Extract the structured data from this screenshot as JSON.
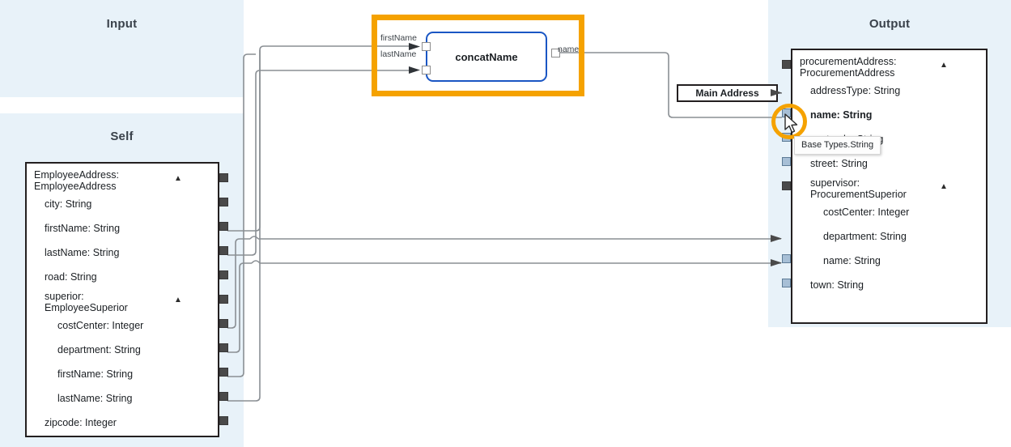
{
  "lanes": {
    "input": {
      "title": "Input"
    },
    "self": {
      "title": "Self"
    },
    "output": {
      "title": "Output"
    }
  },
  "self_schema": {
    "rows": [
      {
        "label": "EmployeeAddress:\nEmployeeAddress",
        "level": 0,
        "chevron": "chevron-up",
        "port": "dark",
        "bold": false
      },
      {
        "label": "city: String",
        "level": 1,
        "port": "dark"
      },
      {
        "label": "firstName: String",
        "level": 1,
        "port": "dark"
      },
      {
        "label": "lastName: String",
        "level": 1,
        "port": "dark"
      },
      {
        "label": "road: String",
        "level": 1,
        "port": "dark"
      },
      {
        "label": "superior:\nEmployeeSuperior",
        "level": 1,
        "chevron": "chevron-up",
        "port": "dark"
      },
      {
        "label": "costCenter: Integer",
        "level": 2,
        "port": "dark"
      },
      {
        "label": "department: String",
        "level": 2,
        "port": "dark"
      },
      {
        "label": "firstName: String",
        "level": 2,
        "port": "dark"
      },
      {
        "label": "lastName: String",
        "level": 2,
        "port": "dark"
      },
      {
        "label": "zipcode: Integer",
        "level": 1,
        "port": "dark"
      }
    ]
  },
  "output_schema": {
    "rows": [
      {
        "label": "procurementAddress:\nProcurementAddress",
        "level": 0,
        "chevron": "chevron-up",
        "port": "dark",
        "bold": false
      },
      {
        "label": "addressType: String",
        "level": 1,
        "port": "arrow"
      },
      {
        "label": "name: String",
        "level": 1,
        "port": "light",
        "bold": true
      },
      {
        "label": "postcode: String",
        "level": 1,
        "port": "light"
      },
      {
        "label": "street: String",
        "level": 1,
        "port": "light"
      },
      {
        "label": "supervisor:\nProcurementSuperior",
        "level": 1,
        "chevron": "chevron-up",
        "port": "dark"
      },
      {
        "label": "costCenter: Integer",
        "level": 2,
        "port": "arrow"
      },
      {
        "label": "department: String",
        "level": 2,
        "port": "arrow"
      },
      {
        "label": "name: String",
        "level": 2,
        "port": "light"
      },
      {
        "label": "town: String",
        "level": 1,
        "port": "light"
      }
    ]
  },
  "function_node": {
    "name": "concatName",
    "inputs": [
      {
        "label": "firstName"
      },
      {
        "label": "lastName"
      }
    ],
    "outputs": [
      {
        "label": "name"
      }
    ],
    "selected": true
  },
  "constant_node": {
    "value": "Main Address"
  },
  "tooltip": {
    "text": "Base Types.String"
  },
  "colors": {
    "lane_background": "#e8f2f9",
    "selection": "#f5a200",
    "function_border": "#1a56c4",
    "wire": "#8a8f94",
    "port_connected": "#4a4a4a",
    "port_open": "#a7bfd6"
  }
}
